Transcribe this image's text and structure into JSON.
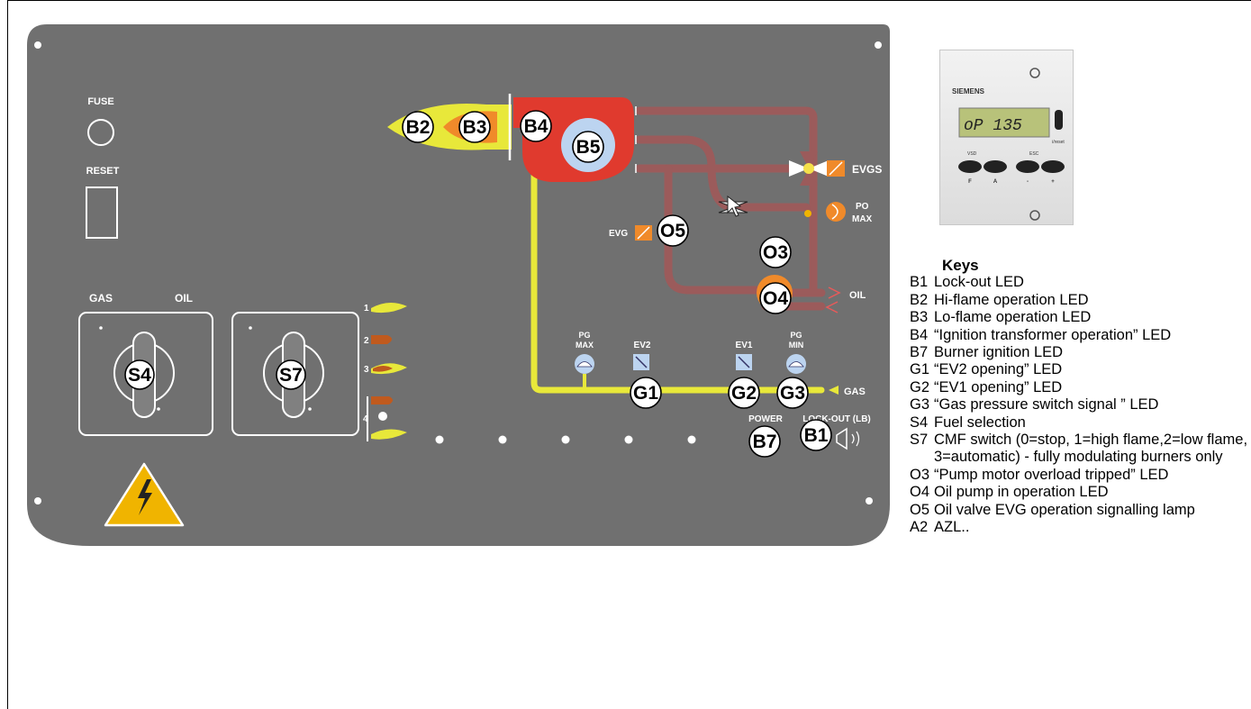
{
  "panel": {
    "fuse_label": "FUSE",
    "reset_label": "RESET",
    "gas_label": "GAS",
    "oil_label": "OIL",
    "selector_s4": "S4",
    "selector_s7": "S7",
    "mode_numbers": [
      "1",
      "2",
      "3",
      "4"
    ],
    "leds": {
      "B1": "B1",
      "B2": "B2",
      "B3": "B3",
      "B4": "B4",
      "B5": "B5",
      "B7": "B7",
      "G1": "G1",
      "G2": "G2",
      "G3": "G3",
      "O3": "O3",
      "O4": "O4",
      "O5": "O5"
    },
    "labels": {
      "evgs": "EVGS",
      "po": "PO",
      "max": "MAX",
      "evg": "EVG",
      "oil_line": "OIL",
      "pg": "PG",
      "min": "MIN",
      "ev2": "EV2",
      "ev1": "EV1",
      "gas_line": "GAS",
      "power": "POWER",
      "lockout": "LOCK-OUT (LB)"
    }
  },
  "device": {
    "brand": "SIEMENS",
    "display": "oP   135",
    "buttons": [
      "F",
      "A",
      "-",
      "+"
    ],
    "reset_label": "i/reset",
    "vsd_label": "VSD",
    "esc_label": "ESC"
  },
  "keys": {
    "title": "Keys",
    "items": [
      {
        "code": "B1",
        "desc": "Lock-out LED"
      },
      {
        "code": "B2",
        "desc": "Hi-flame operation LED"
      },
      {
        "code": "B3",
        "desc": "Lo-flame operation LED"
      },
      {
        "code": "B4",
        "desc": "“Ignition transformer operation” LED"
      },
      {
        "code": "B7",
        "desc": "Burner ignition LED"
      },
      {
        "code": "G1",
        "desc": "“EV2 opening” LED"
      },
      {
        "code": "G2",
        "desc": "“EV1 opening” LED"
      },
      {
        "code": "G3",
        "desc": "“Gas pressure switch signal ” LED"
      },
      {
        "code": "S4",
        "desc": "Fuel selection"
      },
      {
        "code": "S7",
        "desc": "CMF switch (0=stop, 1=high flame,2=low flame,  3=automatic) - fully modulating burners only"
      },
      {
        "code": "O3",
        "desc": "“Pump motor overload tripped” LED"
      },
      {
        "code": "O4",
        "desc": "Oil pump in operation LED"
      },
      {
        "code": "O5",
        "desc": "Oil valve EVG operation signalling lamp"
      },
      {
        "code": "A2",
        "desc": "AZL.."
      }
    ]
  },
  "colors": {
    "panel": "#707070",
    "pipe_oil": "#9b5b5b",
    "pipe_gas": "#e8e83a",
    "burner_red": "#e03a2e",
    "orange": "#f08a2a",
    "warning_yellow": "#f0b400"
  }
}
